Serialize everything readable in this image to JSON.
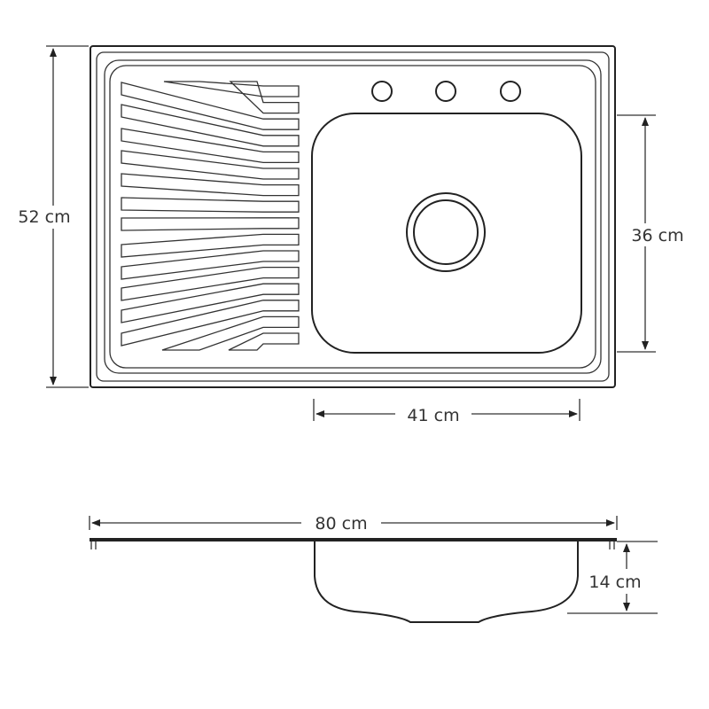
{
  "top_view": {
    "width_label": "52 cm",
    "bowl_height_label": "36 cm",
    "bowl_width_label": "41 cm"
  },
  "side_view": {
    "length_label": "80 cm",
    "depth_label": "14 cm"
  }
}
